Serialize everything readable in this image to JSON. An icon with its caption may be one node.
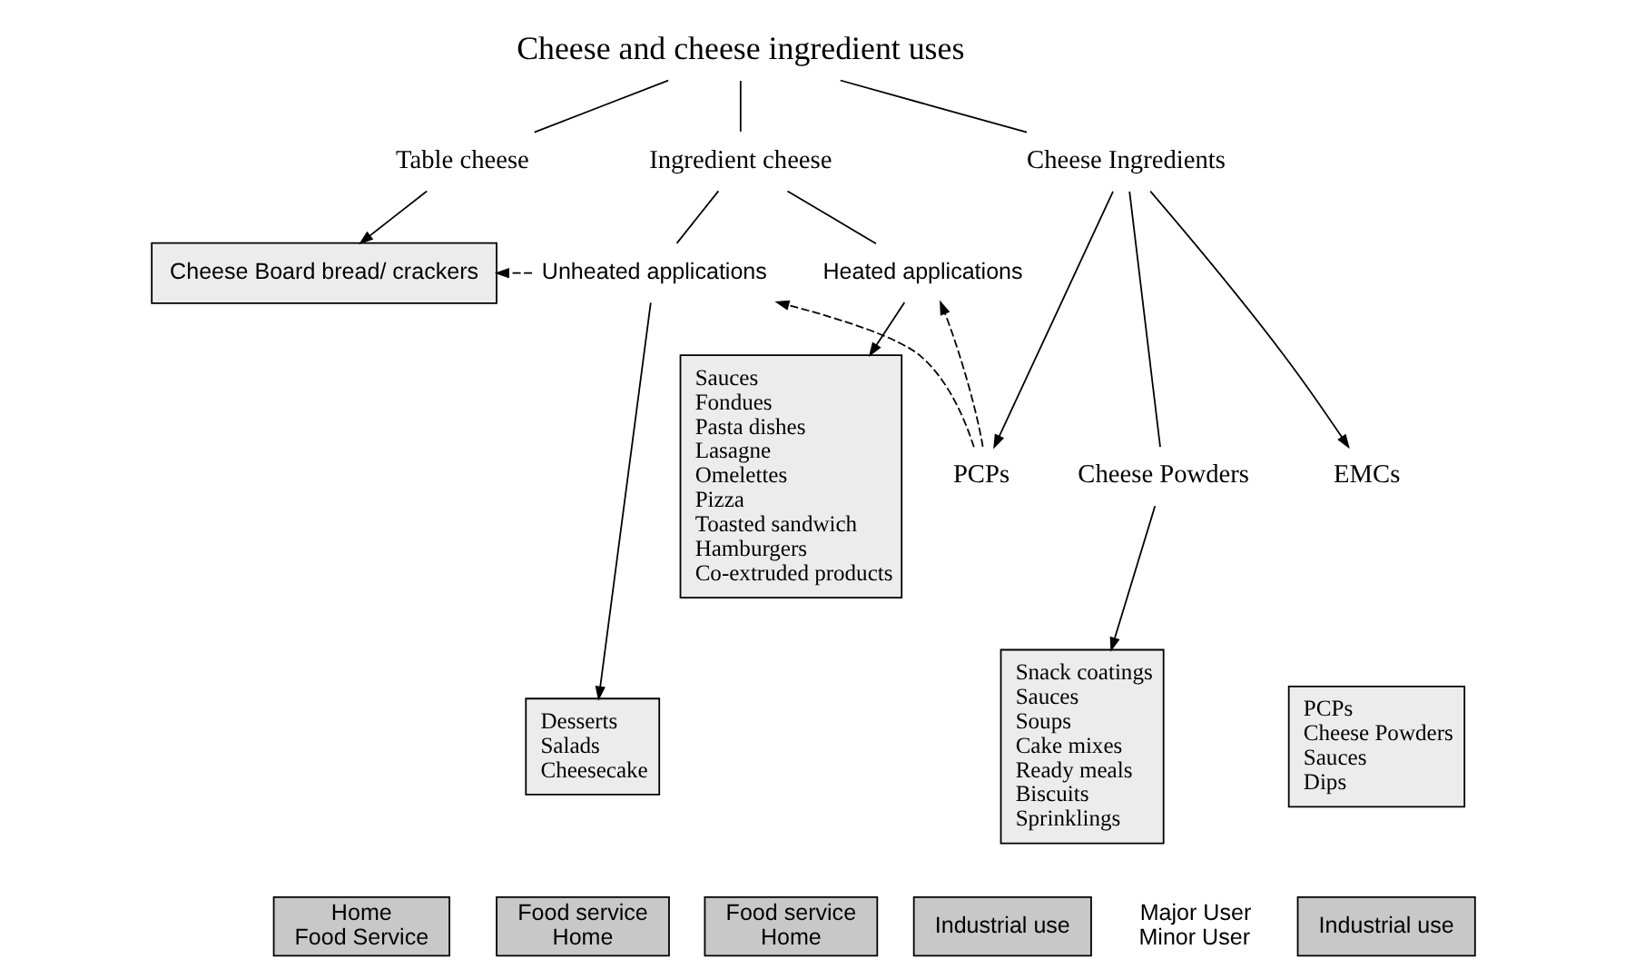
{
  "diagram": {
    "nodes": [
      {
        "text": [
          "Cheese and cheese ingredient uses"
        ]
      },
      {
        "text": [
          "Table cheese"
        ]
      },
      {
        "text": [
          "Ingredient cheese"
        ]
      },
      {
        "text": [
          "Cheese Ingredients"
        ]
      },
      {
        "text": [
          "Cheese Board bread/ crackers"
        ]
      },
      {
        "text": [
          "Unheated applications"
        ]
      },
      {
        "text": [
          "Heated applications"
        ]
      },
      {
        "text": [
          "PCPs"
        ]
      },
      {
        "text": [
          "Cheese Powders"
        ]
      },
      {
        "text": [
          "EMCs"
        ]
      },
      {
        "text": [
          "Desserts",
          "Salads",
          "Cheesecake"
        ]
      },
      {
        "text": [
          "Sauces",
          "Fondues",
          "Pasta dishes",
          "Lasagne",
          "Omelettes",
          "Pizza",
          "Toasted sandwich",
          "Hamburgers",
          "Co-extruded products"
        ]
      },
      {
        "text": [
          "Snack coatings",
          "Sauces",
          "Soups",
          "Cake mixes",
          "Ready meals",
          "Biscuits",
          "Sprinklings"
        ]
      },
      {
        "text": [
          "PCPs",
          "Cheese Powders",
          "Sauces",
          "Dips"
        ]
      },
      {
        "text": [
          "Home",
          "Food Service"
        ]
      },
      {
        "text": [
          "Food service",
          "Home"
        ]
      },
      {
        "text": [
          "Food service",
          "Home"
        ]
      },
      {
        "text": [
          "Industrial use"
        ]
      },
      {
        "text": [
          "Industrial use"
        ]
      }
    ],
    "edges": [
      {
        "from": 0,
        "to": 1,
        "arrow": "none"
      },
      {
        "from": 0,
        "to": 2,
        "arrow": "none"
      },
      {
        "from": 0,
        "to": 3,
        "arrow": "none"
      },
      {
        "from": 1,
        "to": 4,
        "arrow": "to"
      },
      {
        "from": 2,
        "to": 5,
        "arrow": "none"
      },
      {
        "from": 2,
        "to": 6,
        "arrow": "none"
      },
      {
        "from": 5,
        "to": 4,
        "arrow": "to",
        "style": "dashed"
      },
      {
        "from": 7,
        "to": 5,
        "arrow": "to",
        "style": "dashed"
      },
      {
        "from": 7,
        "to": 6,
        "arrow": "to",
        "style": "dashed"
      },
      {
        "from": 3,
        "to": 7,
        "arrow": "to"
      },
      {
        "from": 3,
        "to": 8,
        "arrow": "none"
      },
      {
        "from": 3,
        "to": 9,
        "arrow": "to"
      },
      {
        "from": 5,
        "to": 10,
        "arrow": "to"
      },
      {
        "from": 6,
        "to": 11,
        "arrow": "to"
      },
      {
        "from": 8,
        "to": 12,
        "arrow": "to"
      }
    ],
    "labels": [
      "Major User",
      "Minor User"
    ]
  }
}
